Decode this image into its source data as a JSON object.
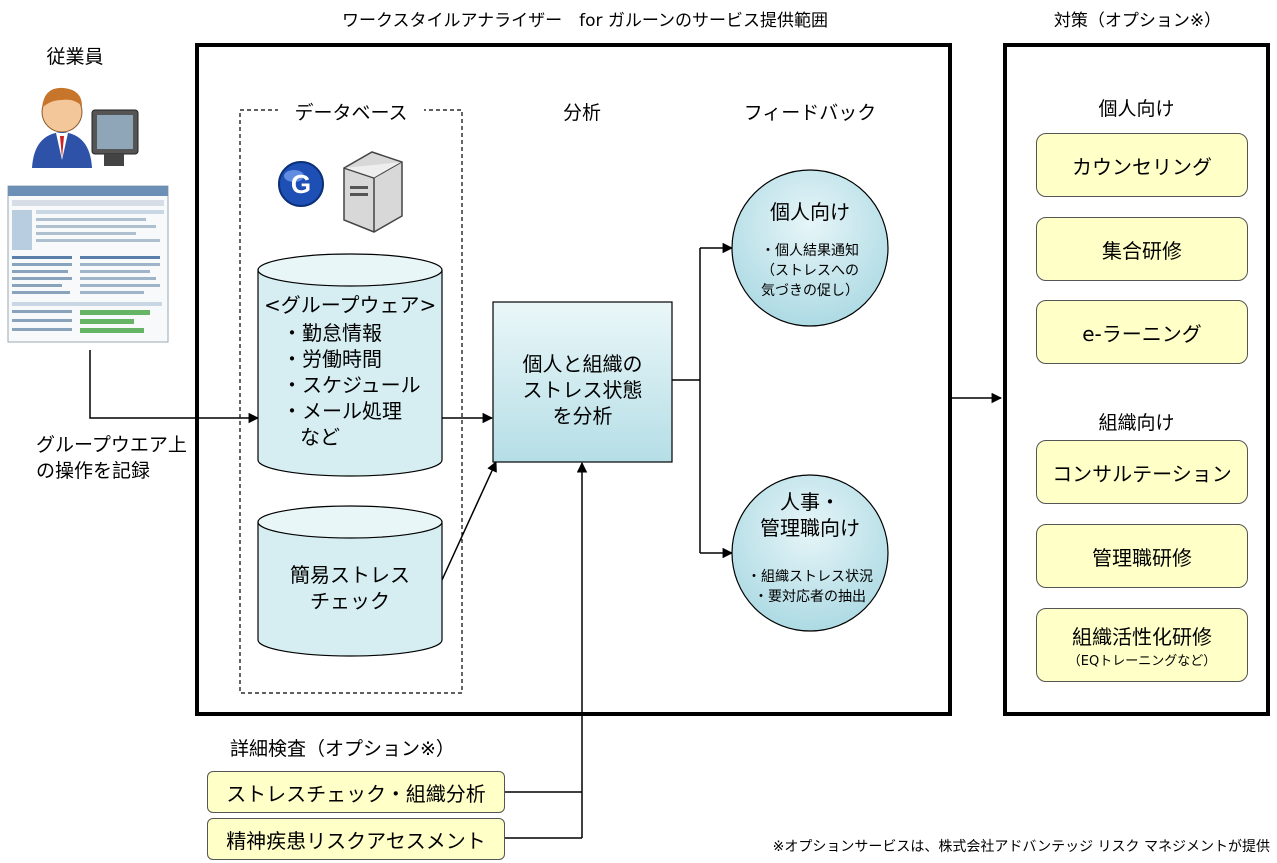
{
  "header": {
    "scope_title": "ワークスタイルアナライザー　for ガルーンのサービス提供範囲",
    "measures_title": "対策（オプション※）"
  },
  "employee": {
    "label": "従業員",
    "action_line1": "グループウエア上",
    "action_line2": "の操作を記録"
  },
  "database": {
    "title": "データベース",
    "groupware": {
      "title": "<グループウェア>",
      "items": [
        "・勤怠情報",
        "・労働時間",
        "・スケジュール",
        "・メール処理"
      ],
      "etc": "など"
    },
    "stress_check_line1": "簡易ストレス",
    "stress_check_line2": "チェック"
  },
  "analysis": {
    "title": "分析",
    "line1": "個人と組織の",
    "line2": "ストレス状態",
    "line3": "を分析"
  },
  "feedback": {
    "title": "フィードバック",
    "individual": {
      "title": "個人向け",
      "line1": "・個人結果通知",
      "line2": "（ストレスへの",
      "line3": "気づきの促し）"
    },
    "org": {
      "title1": "人事・",
      "title2": "管理職向け",
      "line1": "・組織ストレス状況",
      "line2": "・要対応者の抽出"
    }
  },
  "measures": {
    "individual_title": "個人向け",
    "individual_items": [
      "カウンセリング",
      "集合研修",
      "e-ラーニング"
    ],
    "org_title": "組織向け",
    "org_items": [
      "コンサルテーション",
      "管理職研修",
      "組織活性化研修"
    ],
    "org_last_sub": "（EQトレーニングなど）"
  },
  "detail": {
    "title": "詳細検査（オプション※）",
    "items": [
      "ストレスチェック・組織分析",
      "精神疾患リスクアセスメント"
    ]
  },
  "footnote": "※オプションサービスは、株式会社アドバンテッジ リスク マネジメントが提供",
  "colors": {
    "pill_fill": "#ffffc8",
    "cylinder_fill": "#d6eef2",
    "analysis_fill": "#c9e9ee",
    "circle_fill": "#bde3ea"
  }
}
